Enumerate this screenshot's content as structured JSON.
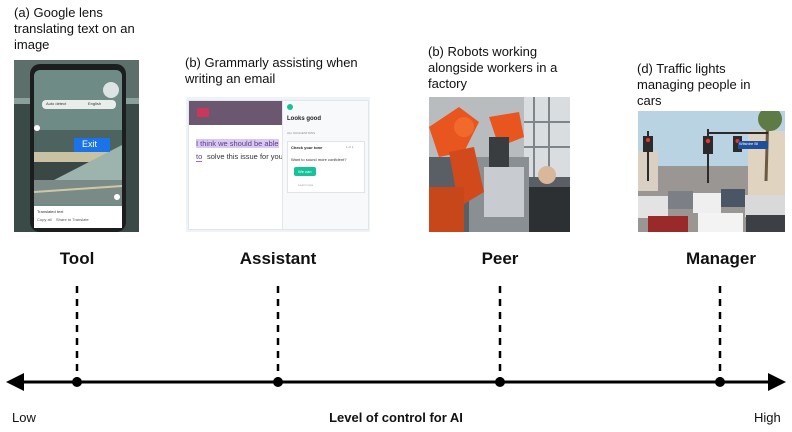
{
  "stages": [
    {
      "caption": "(a) Google lens translating text on an image",
      "role": "Tool"
    },
    {
      "caption": "(b) Grammarly assisting when writing an email",
      "role": "Assistant"
    },
    {
      "caption": "(b) Robots working alongside workers in a factory",
      "role": "Peer"
    },
    {
      "caption": "(d) Traffic lights managing people in cars",
      "role": "Manager"
    }
  ],
  "photo_a": {
    "exit_label": "Exit",
    "chip_left": "Auto detect",
    "chip_right": "English",
    "footer_title": "Translated text",
    "footer_copy": "Copy all",
    "footer_share": "Share to Translate"
  },
  "photo_b": {
    "email_text_highlight": "I think we should be able",
    "email_text_rest_a": "to",
    "email_text_rest_b": "solve this issue for you.",
    "panel_title": "Looks good",
    "panel_meta": "ALL SUGGESTIONS",
    "card_title": "Check your tone",
    "card_count": "1 of 1",
    "card_question": "Want to sound more confident?",
    "card_button": "We can",
    "card_learn": "Learn more"
  },
  "photo_d": {
    "street_sign": "Wilshire Bl"
  },
  "axis": {
    "low_label": "Low",
    "high_label": "High",
    "title": "Level of control for AI"
  },
  "colors": {
    "line": "#000000",
    "grammarly_green": "#15c39a",
    "highlight_purple": "#d9c9f2",
    "lens_blue": "#1a73e8",
    "robot_orange": "#e8551f"
  }
}
